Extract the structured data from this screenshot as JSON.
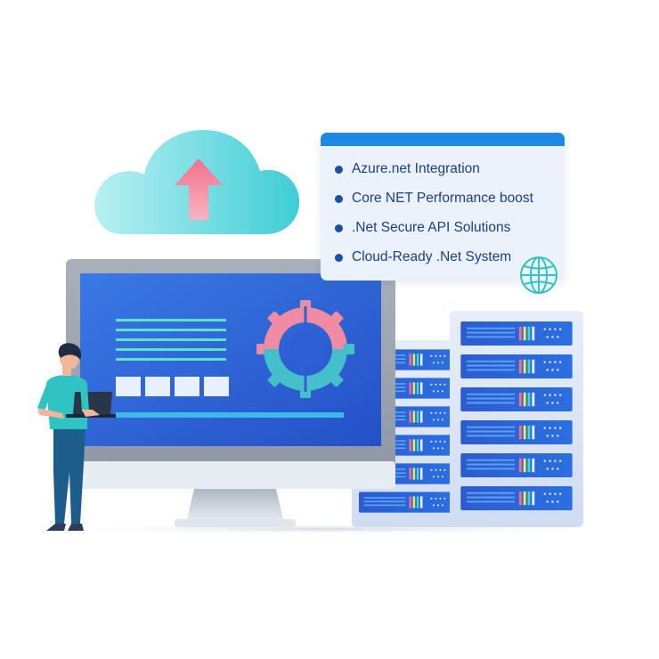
{
  "features": {
    "items": [
      {
        "label": "Azure.net Integration"
      },
      {
        "label": "Core NET Performance boost"
      },
      {
        "label": ".Net Secure API Solutions"
      },
      {
        "label": "Cloud-Ready .Net System"
      }
    ]
  },
  "colors": {
    "accent_bar": "#1e88e5",
    "card_background": "#ecf2fb",
    "feature_text": "#1a3f86",
    "cloud_gradient": [
      "#a9ecef",
      "#43d0d8"
    ],
    "upload_arrow": "#ef8598",
    "screen_blue": "#2f62d8",
    "monitor_frame": "#9ea7b3",
    "server_body": "#dde6f5",
    "gear_pink": "#ef8ba3",
    "gear_teal": "#45bfc9",
    "shirt": "#2fc3c4",
    "pants": "#1c5d8b"
  },
  "icons": {
    "cloud": "cloud-upload-icon",
    "gear": "gear-icon",
    "globe": "globe-icon",
    "laptop": "laptop-icon"
  }
}
